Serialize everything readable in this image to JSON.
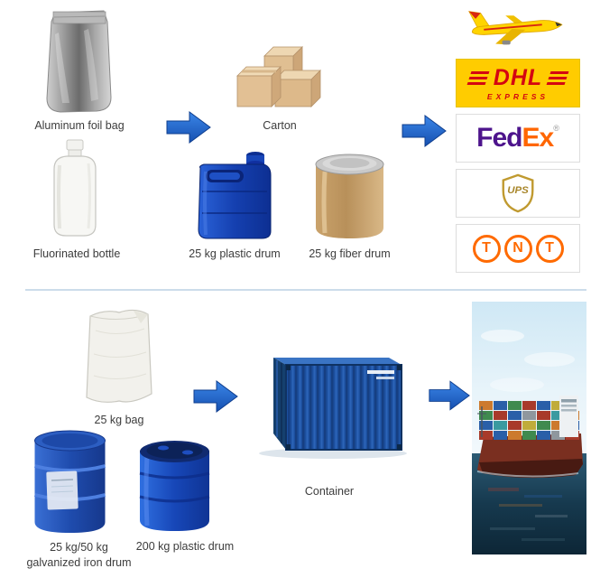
{
  "packaging_flow": {
    "top_row": {
      "foil_bag": "Aluminum foil bag",
      "carton": "Carton",
      "bottle": "Fluorinated bottle",
      "plastic_drum_25": "25 kg plastic drum",
      "fiber_drum_25": "25 kg fiber drum"
    },
    "bottom_row": {
      "bag_25": "25 kg bag",
      "container": "Container",
      "iron_drum_line1": "25 kg/50 kg",
      "iron_drum_line2": "galvanized iron drum",
      "plastic_drum_200": "200 kg plastic drum"
    }
  },
  "carriers": {
    "dhl_wordmark": "DHL",
    "dhl_express": "EXPRESS",
    "fedex_fed": "Fed",
    "fedex_ex": "Ex",
    "fedex_reg": "®",
    "ups_wordmark": "UPS",
    "tnt_letters": [
      "T",
      "N",
      "T"
    ]
  },
  "colors": {
    "arrow_blue": "#2a6ad0",
    "dhl_yellow": "#ffcc00",
    "dhl_red": "#d40511",
    "fedex_purple": "#4d148c",
    "fedex_orange": "#ff6600",
    "ups_gold": "#c09a30",
    "tnt_orange": "#ff6a00",
    "divider": "#ccdcea"
  }
}
